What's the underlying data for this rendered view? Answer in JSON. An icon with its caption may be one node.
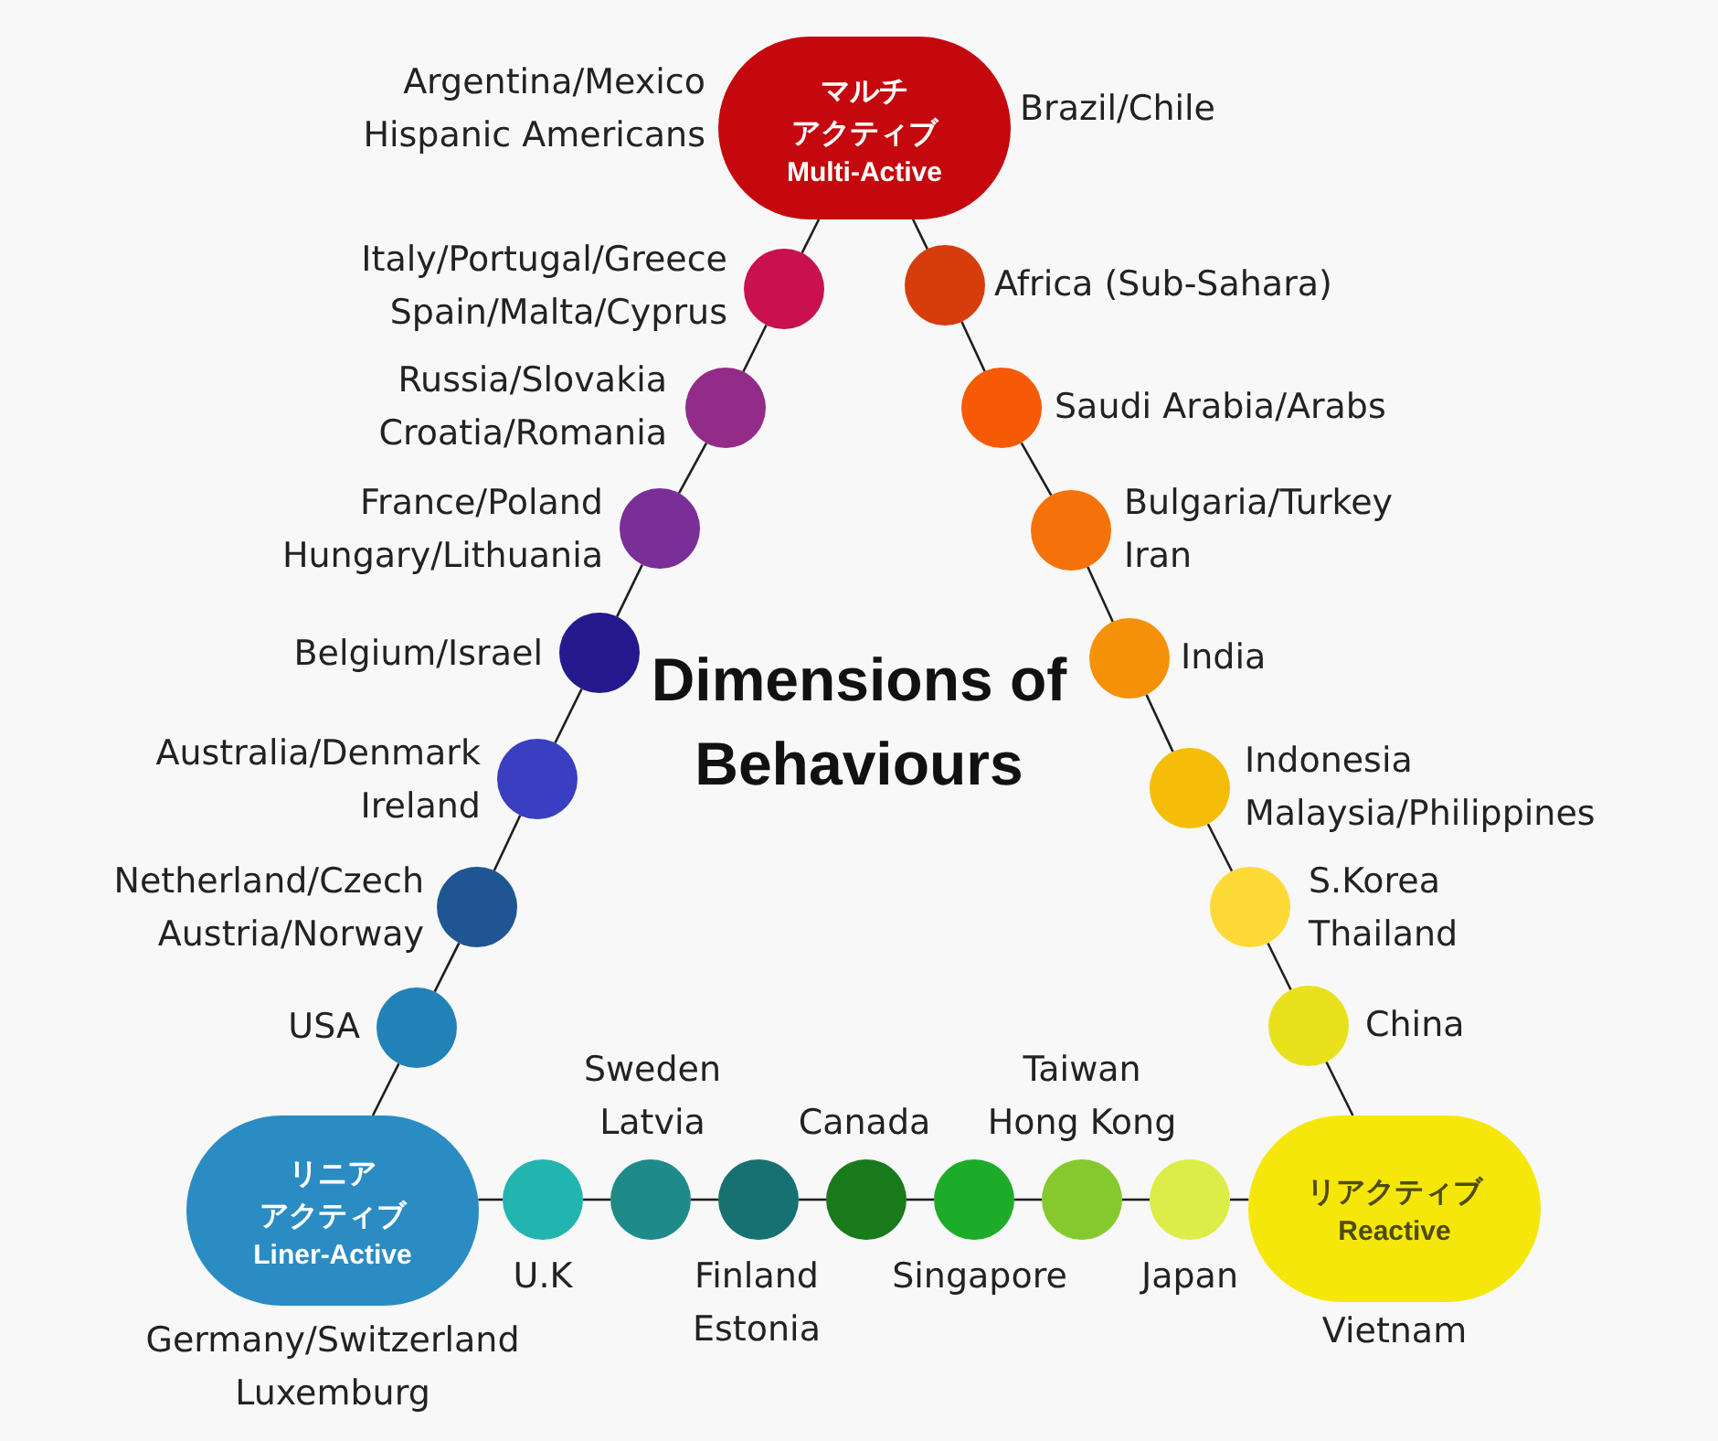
{
  "diagram": {
    "title": "Dimensions of Behaviours",
    "nodes": [
      {
        "text": [
          "マルチ",
          "アクティブ",
          "Multi-Active"
        ],
        "beside": [
          "Argentina/Mexico Hispanic Americans",
          "Brazil/Chile"
        ]
      },
      {
        "text": [],
        "shape": "circle",
        "beside": [
          "Italy/Portugal/Greece Spain/Malta/Cyprus"
        ]
      },
      {
        "text": [],
        "shape": "circle",
        "beside": [
          "Russia/Slovakia Croatia/Romania"
        ]
      },
      {
        "text": [],
        "shape": "circle",
        "beside": [
          "France/Poland Hungary/Lithuania"
        ]
      },
      {
        "text": [],
        "shape": "circle",
        "beside": [
          "Belgium/Israel"
        ]
      },
      {
        "text": [],
        "shape": "circle",
        "beside": [
          "Australia/Denmark Ireland"
        ]
      },
      {
        "text": [],
        "shape": "circle",
        "beside": [
          "Netherland/Czech Austria/Norway"
        ]
      },
      {
        "text": [],
        "shape": "circle",
        "beside": [
          "USA"
        ]
      },
      {
        "text": [],
        "shape": "circle",
        "beside": [
          "Africa (Sub-Sahara)"
        ]
      },
      {
        "text": [],
        "shape": "circle",
        "beside": [
          "Saudi Arabia/Arabs"
        ]
      },
      {
        "text": [],
        "shape": "circle",
        "beside": [
          "Bulgaria/Turkey Iran"
        ]
      },
      {
        "text": [],
        "shape": "circle",
        "beside": [
          "India"
        ]
      },
      {
        "text": [],
        "shape": "circle",
        "beside": [
          "Indonesia Malaysia/Philippines"
        ]
      },
      {
        "text": [],
        "shape": "circle",
        "beside": [
          "S.Korea Thailand"
        ]
      },
      {
        "text": [],
        "shape": "circle",
        "beside": [
          "China"
        ]
      },
      {
        "text": [
          "リニア",
          "アクティブ",
          "Liner-Active"
        ],
        "beside": [
          "Germany/Switzerland Luxemburg"
        ]
      },
      {
        "text": [],
        "shape": "circle",
        "beside": [
          "U.K"
        ]
      },
      {
        "text": [],
        "shape": "circle",
        "beside": [
          "Sweden Latvia"
        ]
      },
      {
        "text": [],
        "shape": "circle",
        "beside": [
          "Finland Estonia"
        ]
      },
      {
        "text": [],
        "shape": "circle",
        "beside": [
          "Canada"
        ]
      },
      {
        "text": [],
        "shape": "circle",
        "beside": [
          "Singapore"
        ]
      },
      {
        "text": [],
        "shape": "circle",
        "beside": [
          "Taiwan Hong Kong"
        ]
      },
      {
        "text": [],
        "shape": "circle",
        "beside": [
          "Japan"
        ]
      },
      {
        "text": [
          "リアクティブ",
          "Reactive"
        ],
        "beside": [
          "Vietnam"
        ]
      }
    ],
    "edges": [
      {
        "from": 0,
        "to": 1,
        "arrow": "none"
      },
      {
        "from": 1,
        "to": 2,
        "arrow": "none"
      },
      {
        "from": 2,
        "to": 3,
        "arrow": "none"
      },
      {
        "from": 3,
        "to": 4,
        "arrow": "none"
      },
      {
        "from": 4,
        "to": 5,
        "arrow": "none"
      },
      {
        "from": 5,
        "to": 6,
        "arrow": "none"
      },
      {
        "from": 6,
        "to": 7,
        "arrow": "none"
      },
      {
        "from": 7,
        "to": 15,
        "arrow": "none"
      },
      {
        "from": 0,
        "to": 8,
        "arrow": "none"
      },
      {
        "from": 8,
        "to": 9,
        "arrow": "none"
      },
      {
        "from": 9,
        "to": 10,
        "arrow": "none"
      },
      {
        "from": 10,
        "to": 11,
        "arrow": "none"
      },
      {
        "from": 11,
        "to": 12,
        "arrow": "none"
      },
      {
        "from": 12,
        "to": 13,
        "arrow": "none"
      },
      {
        "from": 13,
        "to": 14,
        "arrow": "none"
      },
      {
        "from": 14,
        "to": 23,
        "arrow": "none"
      },
      {
        "from": 15,
        "to": 16,
        "arrow": "none"
      },
      {
        "from": 16,
        "to": 17,
        "arrow": "none"
      },
      {
        "from": 17,
        "to": 18,
        "arrow": "none"
      },
      {
        "from": 18,
        "to": 19,
        "arrow": "none"
      },
      {
        "from": 19,
        "to": 20,
        "arrow": "none"
      },
      {
        "from": 20,
        "to": 21,
        "arrow": "none"
      },
      {
        "from": 21,
        "to": 22,
        "arrow": "none"
      },
      {
        "from": 22,
        "to": 23,
        "arrow": "none"
      }
    ]
  }
}
